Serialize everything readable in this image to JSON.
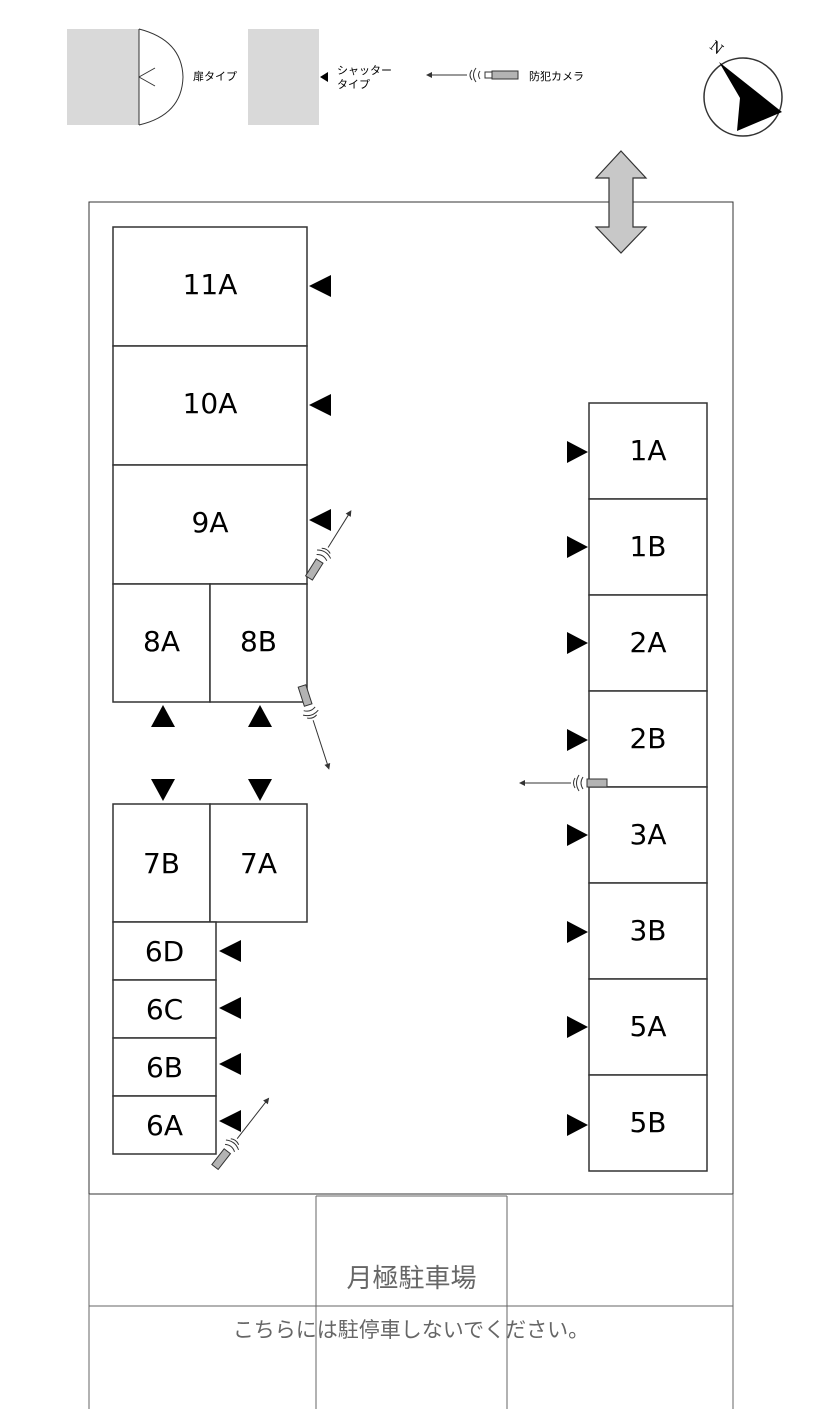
{
  "legend": {
    "door_type": "扉タイプ",
    "shutter_type_line1": "シャッター",
    "shutter_type_line2": "タイプ",
    "camera": "防犯カメラ"
  },
  "compass": {
    "north": "N"
  },
  "units": {
    "u11A": "11A",
    "u10A": "10A",
    "u9A": "9A",
    "u8A": "8A",
    "u8B": "8B",
    "u7B": "7B",
    "u7A": "7A",
    "u6D": "6D",
    "u6C": "6C",
    "u6B": "6B",
    "u6A": "6A",
    "u1A": "1A",
    "u1B": "1B",
    "u2A": "2A",
    "u2B": "2B",
    "u3A": "3A",
    "u3B": "3B",
    "u5A": "5A",
    "u5B": "5B"
  },
  "parking": {
    "title": "月極駐車場",
    "notice": "こちらには駐停車しないでください。"
  },
  "colors": {
    "line": "#333333",
    "door_gray": "#d9d9d9",
    "arrow_gray": "#c8c8c8",
    "camera_gray": "#b3b3b3",
    "parking_text": "#666666"
  }
}
